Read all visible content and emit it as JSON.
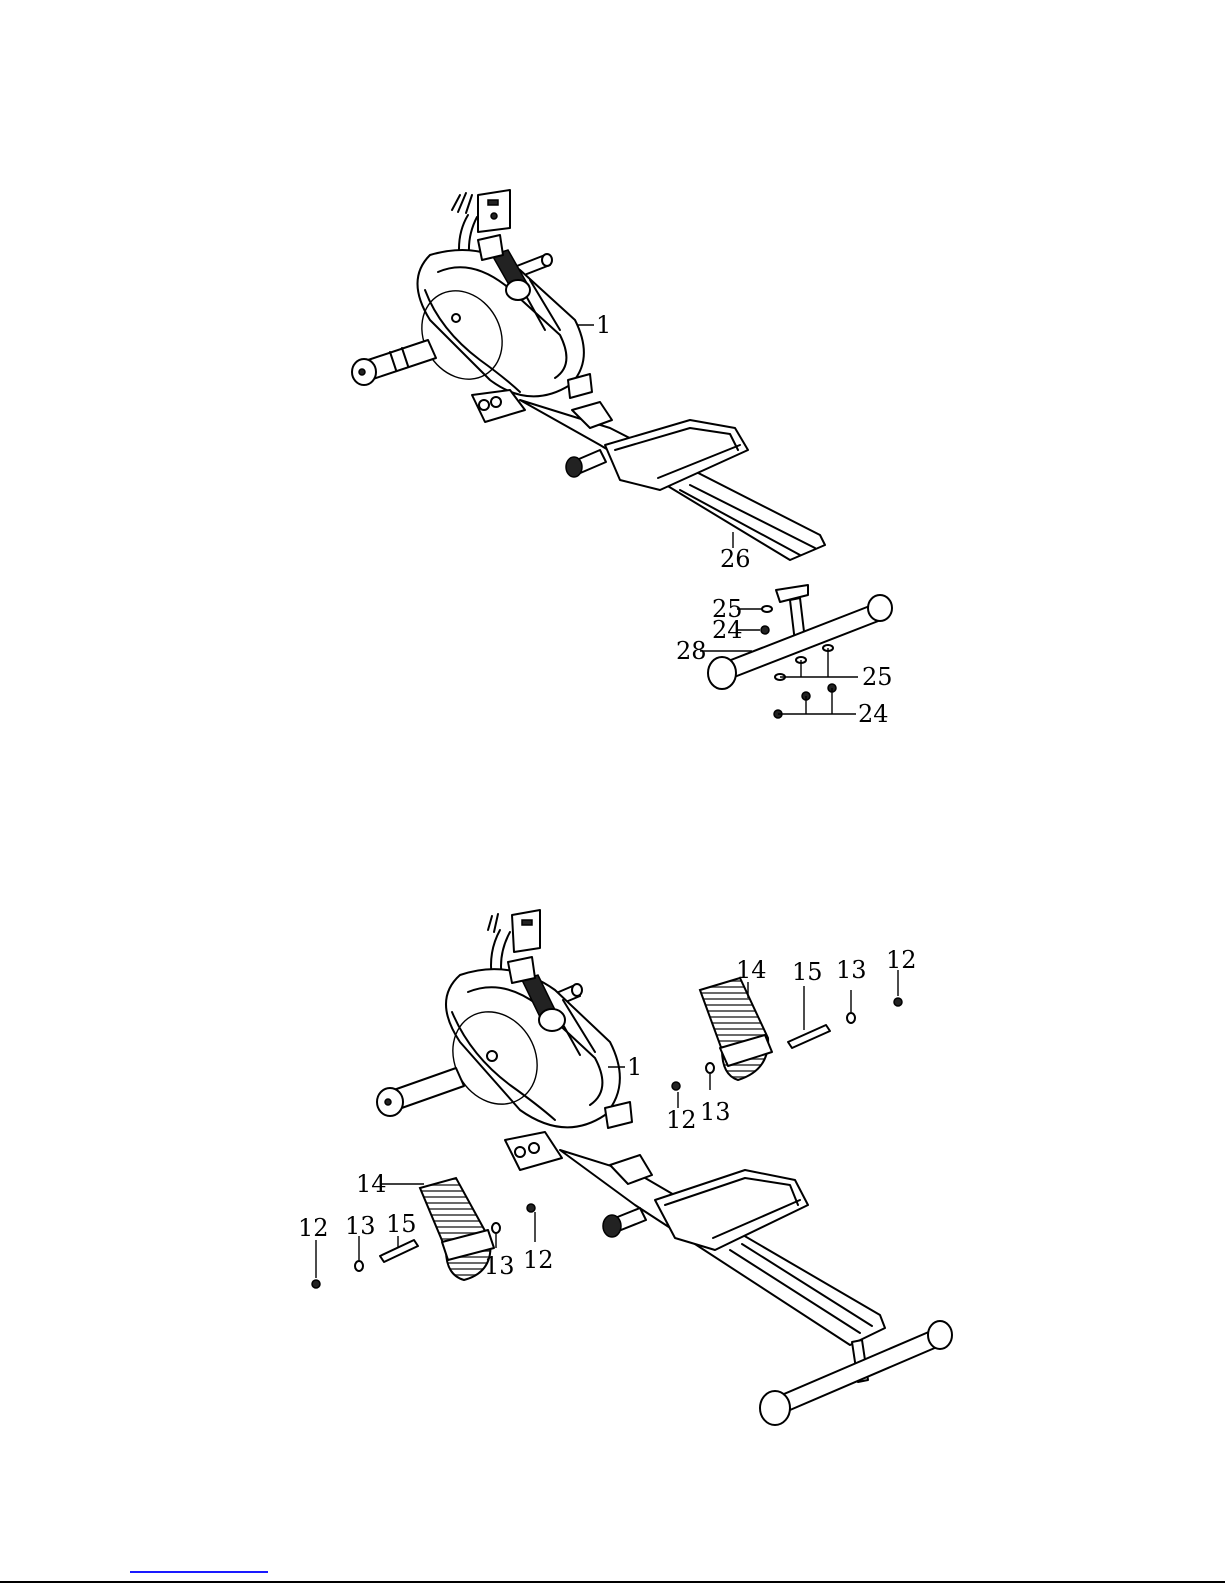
{
  "figure_top": {
    "callouts": {
      "main_unit": "1",
      "slide_rail": "26",
      "washer_a": "25",
      "bolt_a": "24",
      "rear_stabilizer": "28",
      "washer_b": "25",
      "bolt_b": "24"
    }
  },
  "figure_bottom": {
    "callouts": {
      "main_unit": "1",
      "pedal_right": "14",
      "axle_right": "15",
      "washer_right_outer": "13",
      "screw_right_outer": "12",
      "screw_right_inner": "12",
      "washer_right_inner": "13",
      "pedal_left": "14",
      "screw_left_outer": "12",
      "washer_left_outer": "13",
      "axle_left": "15",
      "washer_left_inner": "13",
      "screw_left_inner": "12"
    }
  }
}
